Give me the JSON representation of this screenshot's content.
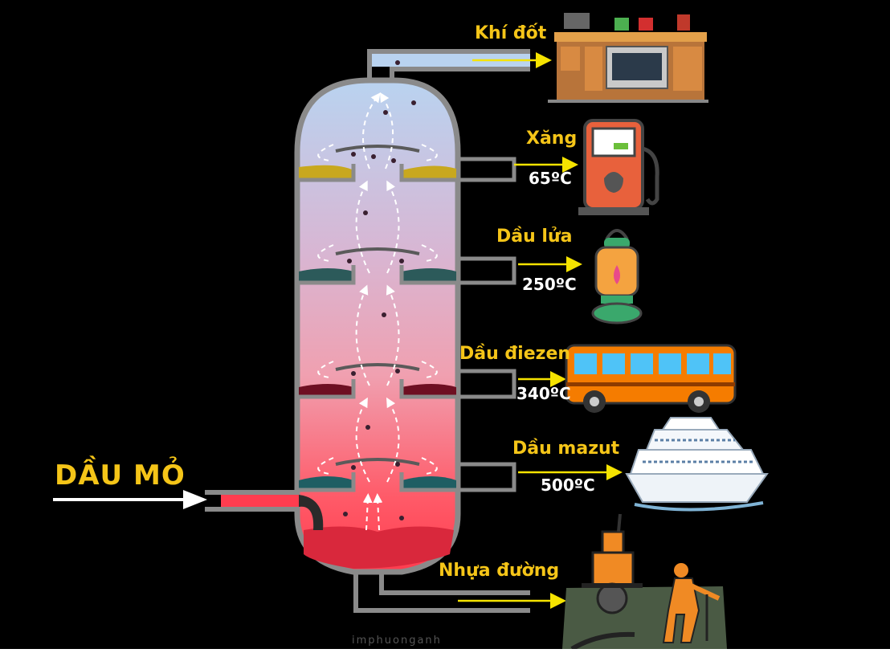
{
  "input_label": "DẦU MỎ",
  "products": [
    {
      "name": "Khí đốt",
      "temp": ""
    },
    {
      "name": "Xăng",
      "temp": "65ºC"
    },
    {
      "name": "Dầu lửa",
      "temp": "250ºC"
    },
    {
      "name": "Dầu điezen",
      "temp": "340ºC"
    },
    {
      "name": "Dầu mazut",
      "temp": "500ºC"
    },
    {
      "name": "Nhựa đường",
      "temp": ""
    }
  ],
  "watermark": "imphuonganh",
  "colors": {
    "label_yellow": "#f5c518",
    "column_top": "#b9d3f0",
    "column_bottom": "#ff3d4f",
    "column_wall": "#8a8a8a",
    "gasoline_layer": "#c8a81e",
    "kerosene_layer": "#2c5a5a",
    "diesel_layer": "#6e0f22",
    "mazut_layer": "#1f5e63"
  }
}
